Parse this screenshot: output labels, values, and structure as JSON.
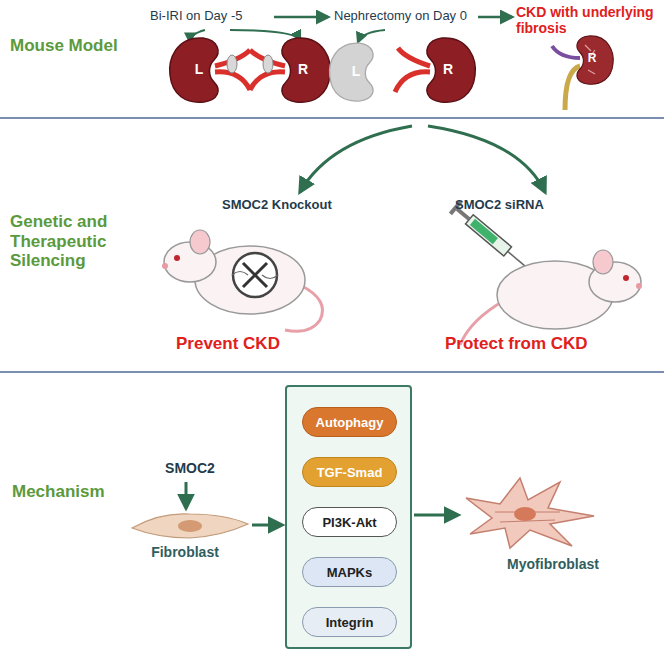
{
  "diagram": {
    "nodes": [
      {
        "text": []
      },
      {
        "text": [
          "Autophagy"
        ],
        "in": 0
      },
      {
        "text": [
          "TGF-Smad"
        ],
        "in": 0
      },
      {
        "text": [
          "PI3K-Akt"
        ],
        "in": 0
      },
      {
        "text": [
          "MAPKs"
        ],
        "in": 0
      },
      {
        "text": [
          "Integrin"
        ],
        "in": 0
      }
    ],
    "labels": [
      "Mouse Model",
      "Bi-IRI on Day -5",
      "Nephrectomy on Day 0",
      "CKD with underlying fibrosis",
      "L",
      "R",
      "L",
      "R",
      "R",
      "Genetic and Therapeutic Silencing",
      "SMOC2 Knockout",
      "SMOC2 siRNA",
      "Prevent CKD",
      "Protect from CKD",
      "Mechanism",
      "SMOC2",
      "Fibroblast",
      "Myofibroblast"
    ]
  }
}
